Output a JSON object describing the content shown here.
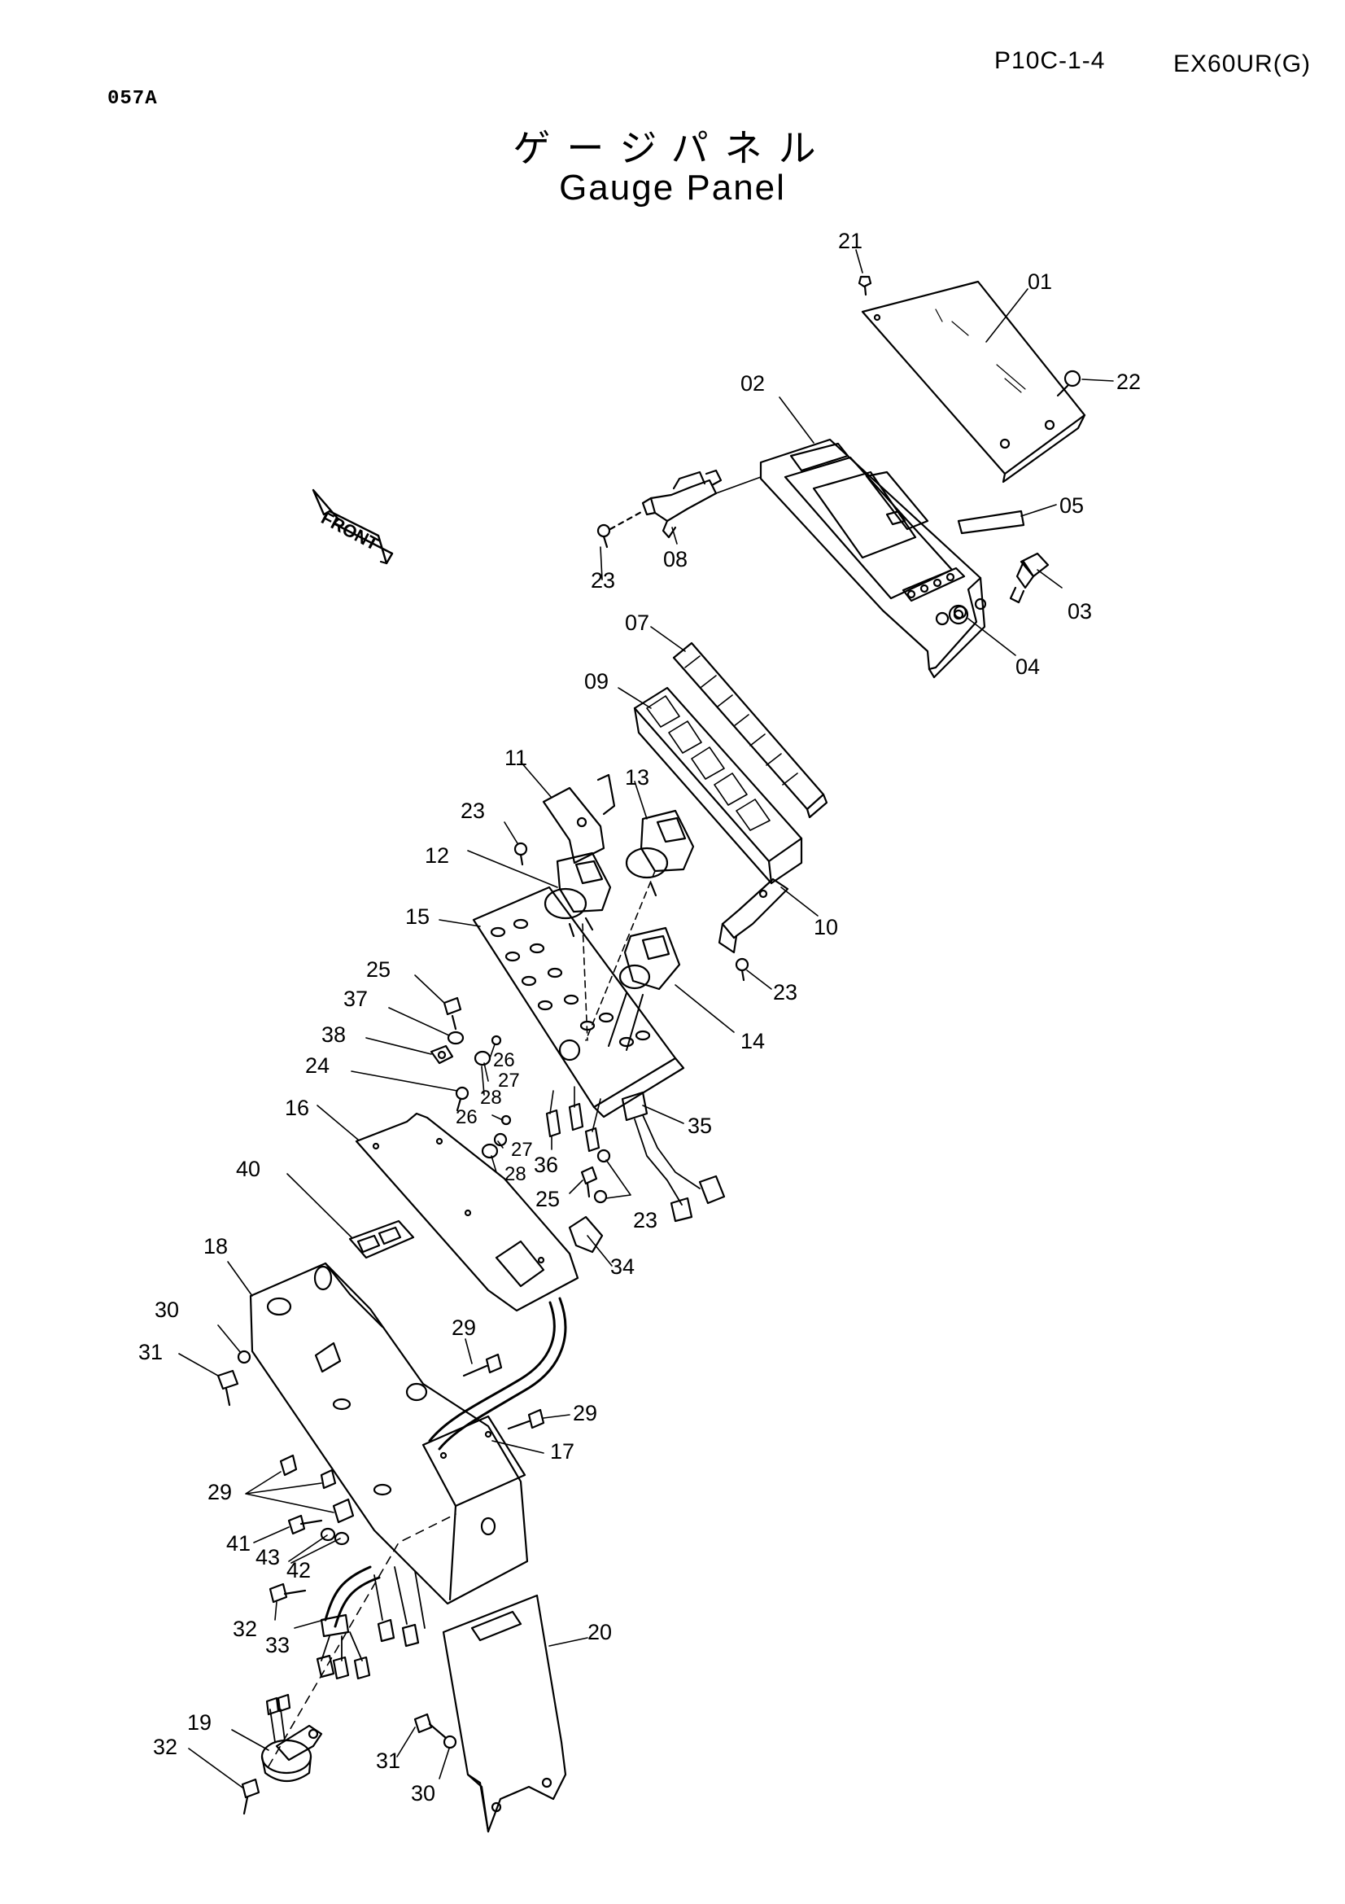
{
  "header": {
    "page_code": "P10C-1-4",
    "model": "EX60UR(G)",
    "sheet_id": "057A"
  },
  "title": {
    "japanese": "ゲージパネル",
    "english": "Gauge Panel"
  },
  "front_arrow_label": "FRONT",
  "callouts": {
    "c01": "01",
    "c02": "02",
    "c03": "03",
    "c04": "04",
    "c05": "05",
    "c07": "07",
    "c08": "08",
    "c09": "09",
    "c10": "10",
    "c11": "11",
    "c12": "12",
    "c13": "13",
    "c14": "14",
    "c15": "15",
    "c16": "16",
    "c17": "17",
    "c18": "18",
    "c19": "19",
    "c20": "20",
    "c21": "21",
    "c22": "22",
    "c23a": "23",
    "c23b": "23",
    "c23c": "23",
    "c23d": "23",
    "c24": "24",
    "c25a": "25",
    "c25b": "25",
    "c26a": "26",
    "c26b": "26",
    "c27a": "27",
    "c27b": "27",
    "c28a": "28",
    "c28b": "28",
    "c29a": "29",
    "c29b": "29",
    "c29c": "29",
    "c30a": "30",
    "c30b": "30",
    "c31a": "31",
    "c31b": "31",
    "c32a": "32",
    "c32b": "32",
    "c33": "33",
    "c34": "34",
    "c35": "35",
    "c36": "36",
    "c37": "37",
    "c38": "38",
    "c40": "40",
    "c41": "41",
    "c42": "42",
    "c43": "43"
  }
}
